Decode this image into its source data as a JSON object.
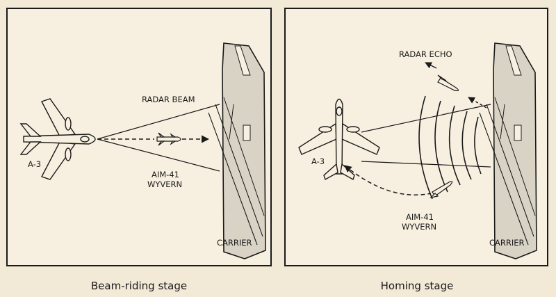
{
  "panels": [
    {
      "caption": "Beam-riding stage",
      "labels": {
        "beam": "RADAR BEAM",
        "aircraft": "A-3",
        "missile_line1": "AIM-41",
        "missile_line2": "WYVERN",
        "ship": "CARRIER"
      }
    },
    {
      "caption": "Homing stage",
      "labels": {
        "echo": "RADAR ECHO",
        "aircraft": "A-3",
        "missile_line1": "AIM-41",
        "missile_line2": "WYVERN",
        "ship": "CARRIER"
      }
    }
  ],
  "colors": {
    "paper": "#f2e9d6",
    "panel": "#f7f0e0",
    "ink": "#1a1a1a",
    "deck": "#d9d3c6"
  }
}
